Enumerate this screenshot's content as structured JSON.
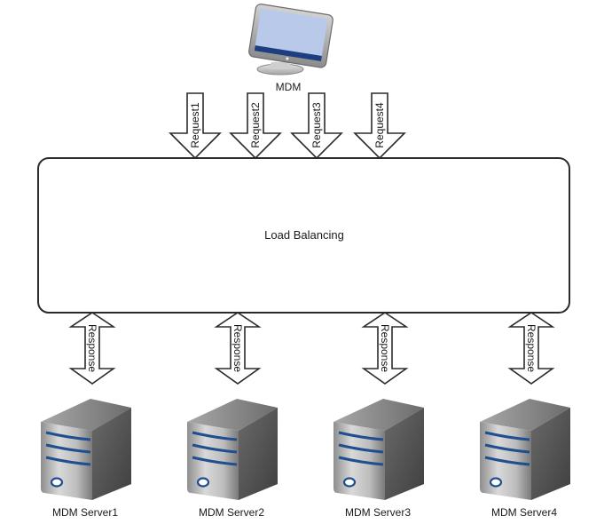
{
  "client": {
    "label": "MDM",
    "icon": "monitor-icon"
  },
  "load_balancer": {
    "label": "Load Balancing"
  },
  "requests": [
    {
      "label": "Request1"
    },
    {
      "label": "Request2"
    },
    {
      "label": "Request3"
    },
    {
      "label": "Request4"
    }
  ],
  "responses": [
    {
      "label": "Response"
    },
    {
      "label": "Response"
    },
    {
      "label": "Response"
    },
    {
      "label": "Response"
    }
  ],
  "servers": [
    {
      "label": "MDM Server1",
      "icon": "server-icon"
    },
    {
      "label": "MDM Server2",
      "icon": "server-icon"
    },
    {
      "label": "MDM Server3",
      "icon": "server-icon"
    },
    {
      "label": "MDM Server4",
      "icon": "server-icon"
    }
  ],
  "colors": {
    "stroke": "#2b2b2b",
    "server_stripe": "#1f4f8f",
    "monitor_screen": "#b9c9ea",
    "monitor_bar": "#1d3f7f"
  }
}
